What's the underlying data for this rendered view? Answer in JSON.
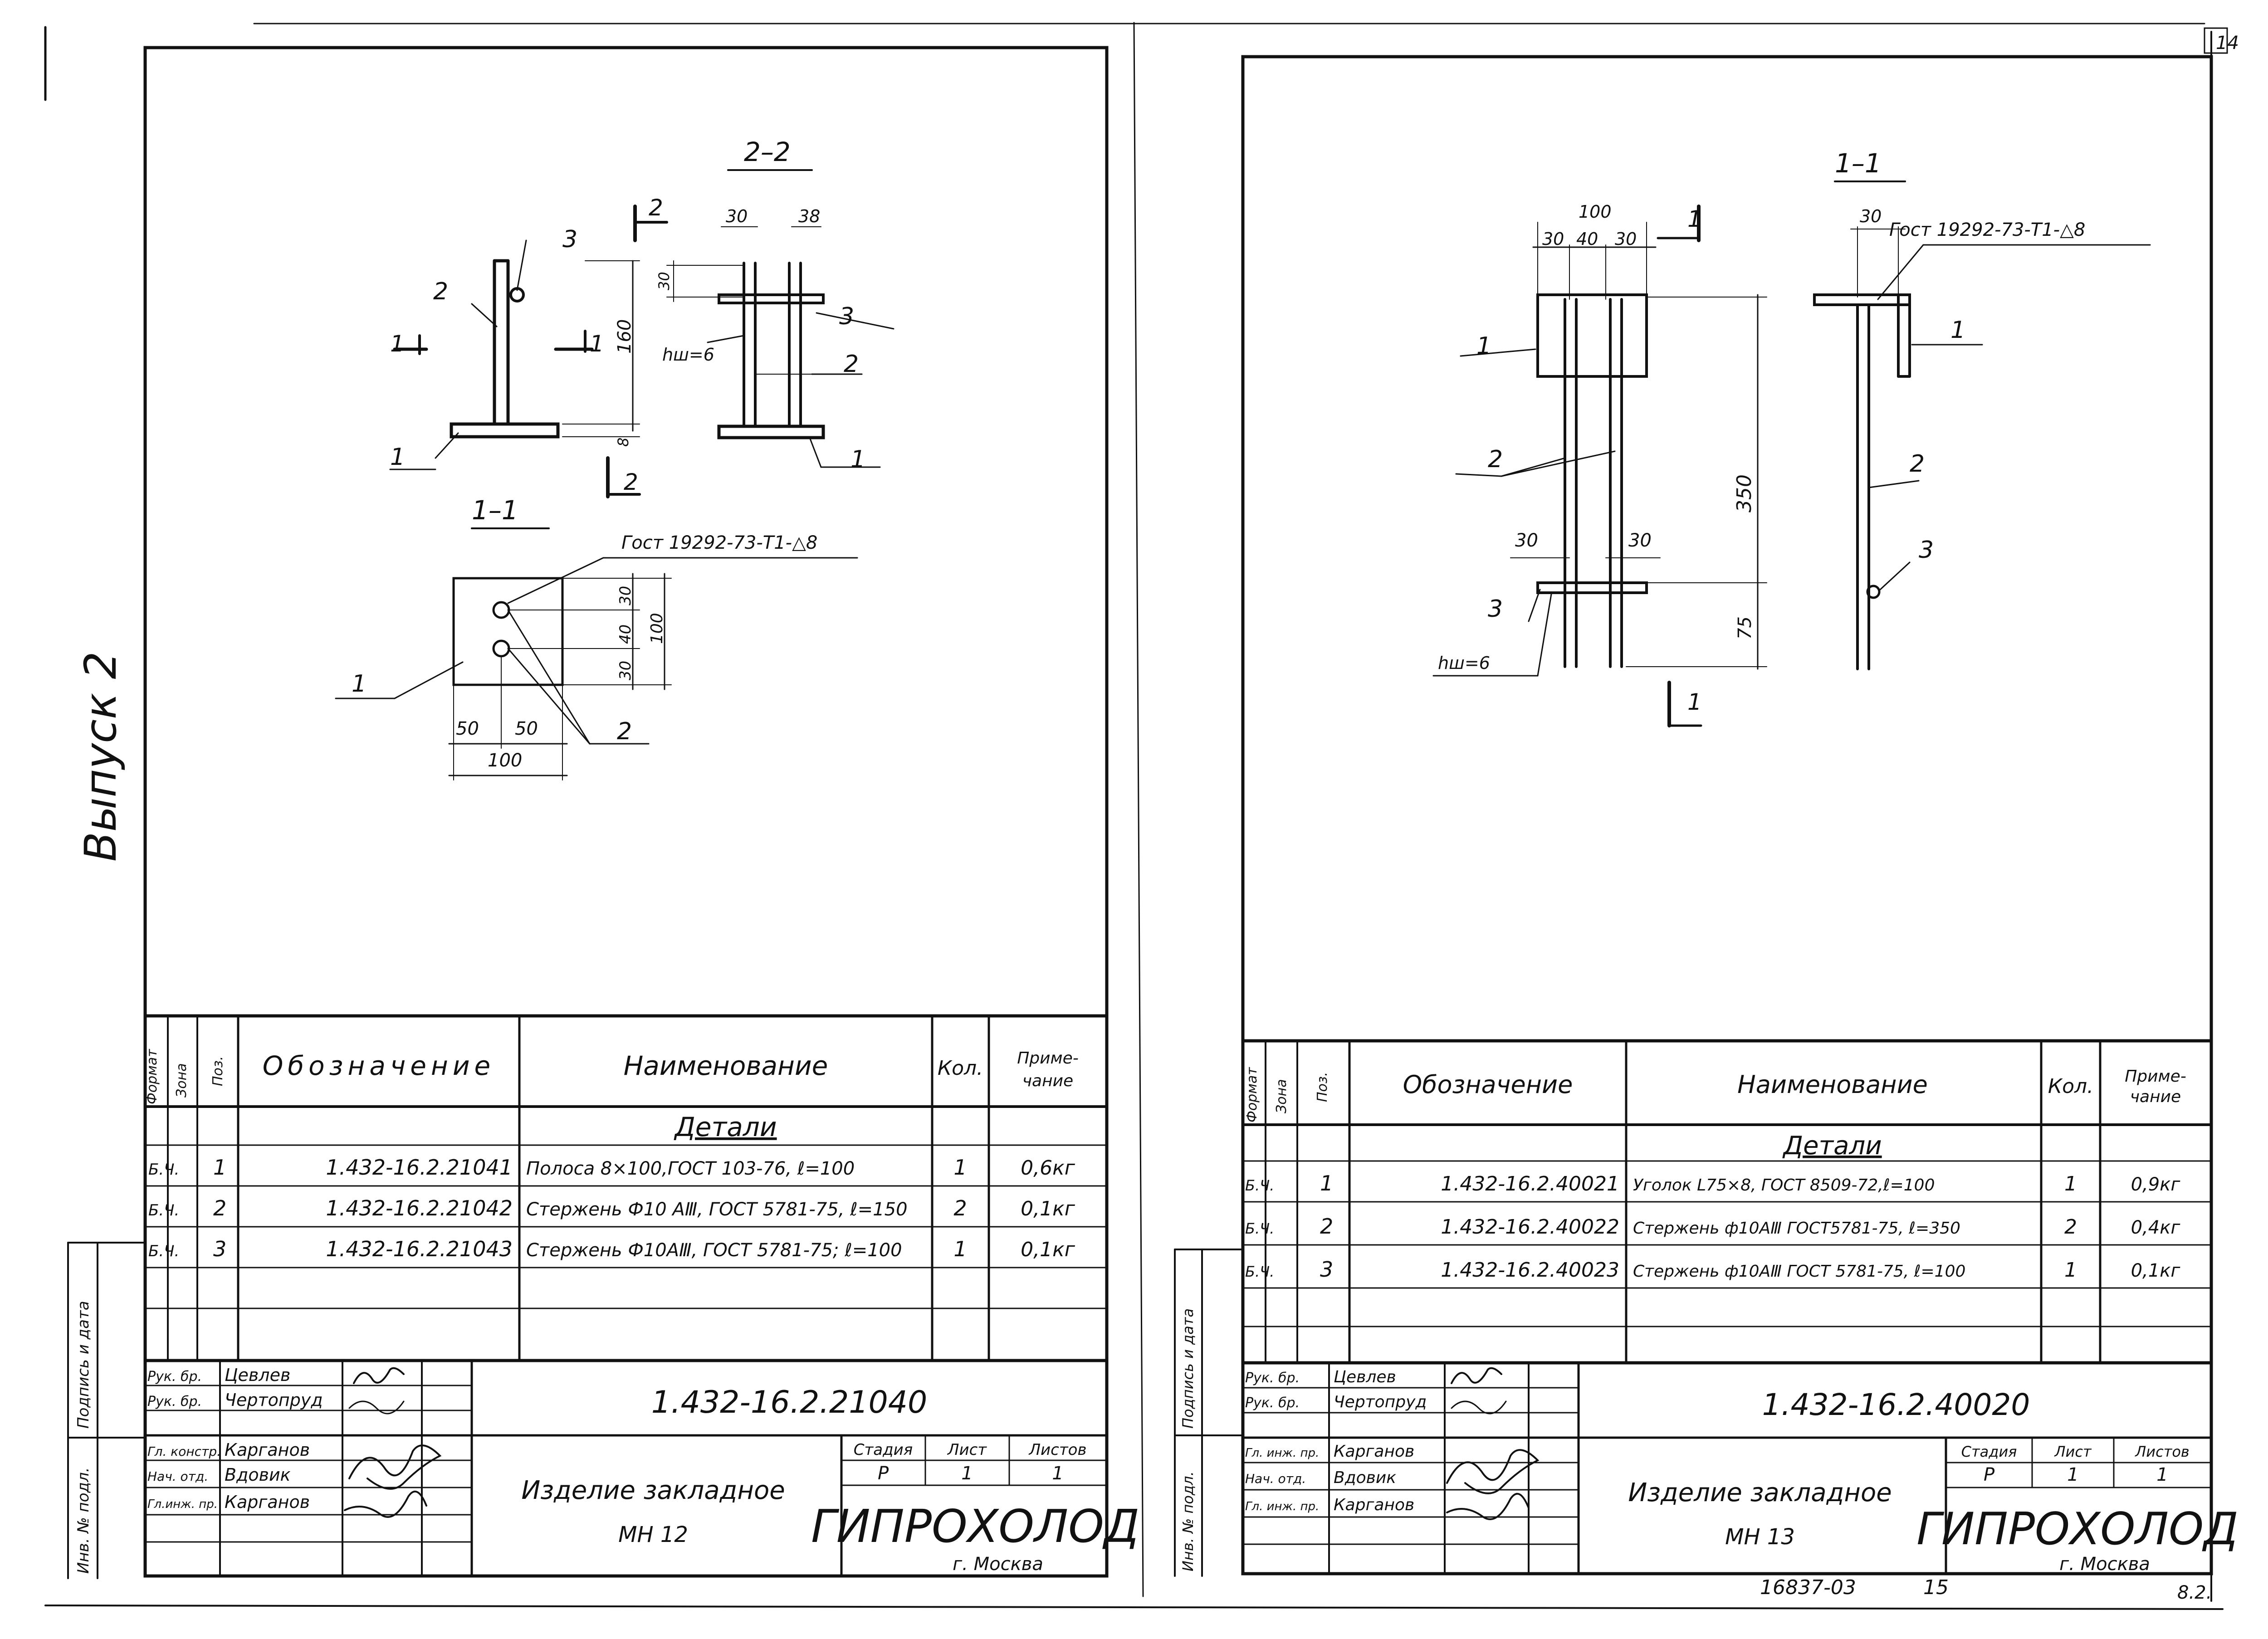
{
  "page_number": "14",
  "side_text": "Выпуск 2",
  "footer": {
    "archive": "16837-03",
    "page": "15",
    "tail": "8.2."
  },
  "sheets": [
    {
      "id": "mn12",
      "drawing": {
        "section_2_2": "2–2",
        "section_1_1": "1–1",
        "cut_mark_2": "2",
        "cut_mark_1": "1",
        "weld_hw": "hш=6",
        "gost_weld": "Гост 19292-73-Т1-△8",
        "dim_30": "30",
        "dim_30b": "38",
        "dim_30c": "30",
        "dim_160": "160",
        "dim_8": "8",
        "dim_30d": "30",
        "dim_40": "40",
        "dim_30e": "30",
        "dim_100v": "100",
        "dim_50a": "50",
        "dim_50b": "50",
        "dim_100h": "100",
        "pos_1": "1",
        "pos_2": "2",
        "pos_3": "3"
      },
      "spec": {
        "head_format": "Формат",
        "head_zone": "Зона",
        "head_pos": "Поз.",
        "head_designation": "Обозначение",
        "head_name": "Наименование",
        "head_qty": "Кол.",
        "head_note": "Приме-\nчание",
        "section": "Детали",
        "rows": [
          {
            "format": "Б.Ч.",
            "pos": "1",
            "designation": "1.432-16.2.21041",
            "name": "Полоса 8×100,ГОСТ 103-76, ℓ=100",
            "qty": "1",
            "note": "0,6кг"
          },
          {
            "format": "Б.Ч.",
            "pos": "2",
            "designation": "1.432-16.2.21042",
            "name": "Стержень Ф10 АⅢ, ГОСТ 5781-75, ℓ=150",
            "qty": "2",
            "note": "0,1кг"
          },
          {
            "format": "Б.Ч.",
            "pos": "3",
            "designation": "1.432-16.2.21043",
            "name": "Стержень Ф10АⅢ, ГОСТ 5781-75; ℓ=100",
            "qty": "1",
            "note": "0,1кг"
          }
        ]
      },
      "stamp": {
        "code": "1.432-16.2.21040",
        "title": "Изделие закладное",
        "mark": "МН 12",
        "stage_label": "Стадия",
        "sheet_label": "Лист",
        "sheets_label": "Листов",
        "stage": "Р",
        "sheet": "1",
        "sheets": "1",
        "org": "ГИПРОХОЛОД",
        "city": "г. Москва",
        "people": [
          {
            "role": "Рук. бр.",
            "name": "Цевлев"
          },
          {
            "role": "Рук. бр.",
            "name": "Чертопруд"
          },
          {
            "role": "Гл. констр.",
            "name": "Карганов"
          },
          {
            "role": "Нач. отд.",
            "name": "Вдовик"
          },
          {
            "role": "Гл.инж. пр.",
            "name": "Карганов"
          }
        ],
        "side_sign": "Подпись и дата",
        "side_inv": "Инв. № подл."
      }
    },
    {
      "id": "mn13",
      "drawing": {
        "section_1_1": "1–1",
        "cut_mark": "1",
        "gost_weld": "Гост 19292-73-Т1-△8",
        "dim_100": "100",
        "dim_30a": "30",
        "dim_40": "40",
        "dim_30b": "30",
        "dim_30side": "30",
        "dim_350": "350",
        "dim_75": "75",
        "dim_30c": "30",
        "dim_30d": "30",
        "weld_hw": "hш=6",
        "pos_1": "1",
        "pos_2": "2",
        "pos_3": "3"
      },
      "spec": {
        "head_format": "Формат",
        "head_zone": "Зона",
        "head_pos": "Поз.",
        "head_designation": "Обозначение",
        "head_name": "Наименование",
        "head_qty": "Кол.",
        "head_note": "Приме-\nчание",
        "section": "Детали",
        "rows": [
          {
            "format": "Б.Ч.",
            "pos": "1",
            "designation": "1.432-16.2.40021",
            "name": "Уголок L75×8, ГОСТ 8509-72,ℓ=100",
            "qty": "1",
            "note": "0,9кг"
          },
          {
            "format": "Б.Ч.",
            "pos": "2",
            "designation": "1.432-16.2.40022",
            "name": "Стержень ф10АⅢ ГОСТ5781-75, ℓ=350",
            "qty": "2",
            "note": "0,4кг"
          },
          {
            "format": "Б.Ч.",
            "pos": "3",
            "designation": "1.432-16.2.40023",
            "name": "Стержень ф10АⅢ ГОСТ 5781-75, ℓ=100",
            "qty": "1",
            "note": "0,1кг"
          }
        ]
      },
      "stamp": {
        "code": "1.432-16.2.40020",
        "title": "Изделие закладное",
        "mark": "МН 13",
        "stage_label": "Стадия",
        "sheet_label": "Лист",
        "sheets_label": "Листов",
        "stage": "Р",
        "sheet": "1",
        "sheets": "1",
        "org": "ГИПРОХОЛОД",
        "city": "г. Москва",
        "people": [
          {
            "role": "Рук. бр.",
            "name": "Цевлев"
          },
          {
            "role": "Рук. бр.",
            "name": "Чертопруд"
          },
          {
            "role": "Гл. инж. пр.",
            "name": "Карганов"
          },
          {
            "role": "Нач. отд.",
            "name": "Вдовик"
          },
          {
            "role": "Гл. инж. пр.",
            "name": "Карганов"
          }
        ],
        "side_sign": "Подпись и дата",
        "side_inv": "Инв. № подл."
      }
    }
  ]
}
